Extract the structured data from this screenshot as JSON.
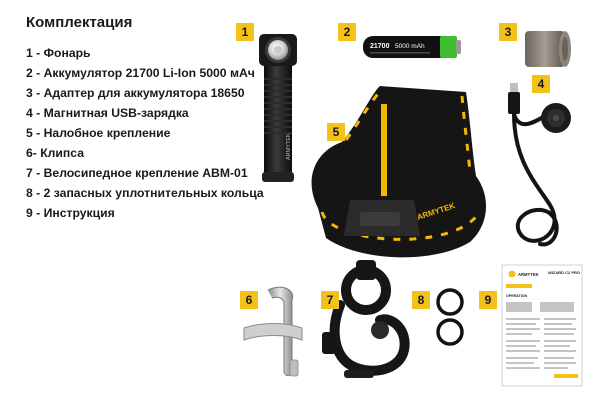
{
  "heading": "Комплектация",
  "legend": [
    {
      "num": "1 - ",
      "text": "Фонарь"
    },
    {
      "num": "2 - ",
      "text": "Аккумулятор 21700 Li-Ion 5000 мАч"
    },
    {
      "num": "3 - ",
      "text": "Адаптер для аккумулятора 18650"
    },
    {
      "num": "4 - ",
      "text": "Магнитная USB-зарядка"
    },
    {
      "num": "5 - ",
      "text": "Налобное крепление"
    },
    {
      "num": "6- ",
      "text": "Клипса"
    },
    {
      "num": "7 - ",
      "text": "Велосипедное крепление ABM-01"
    },
    {
      "num": "8 - ",
      "text": "2 запасных уплотнительных кольца"
    },
    {
      "num": "9 - ",
      "text": "Инструкция"
    }
  ],
  "badges": [
    "1",
    "2",
    "3",
    "4",
    "5",
    "6",
    "7",
    "8",
    "9"
  ],
  "battery": {
    "model": "21700",
    "capacity": "5000 mAh"
  },
  "brand": "ARMYTEK",
  "manual": {
    "title": "WIZARD C2 PRO",
    "section": "OPERATION"
  },
  "colors": {
    "accent": "#f2c11a",
    "text": "#1a1a1a",
    "body": "#1c1c1c",
    "battery_band": "#3fbf2e",
    "strap_trim": "#f2b900"
  }
}
